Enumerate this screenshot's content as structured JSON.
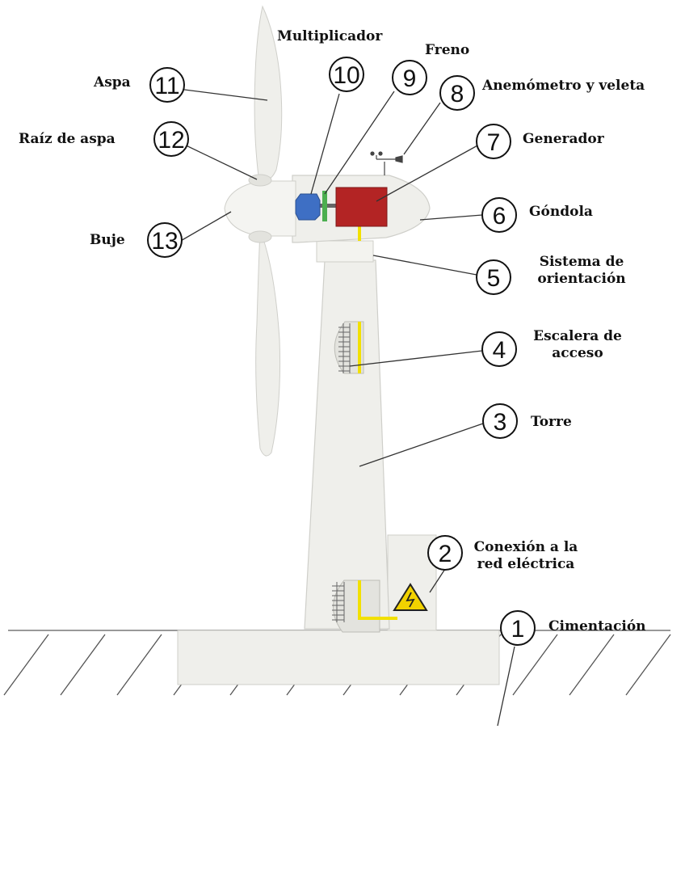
{
  "labels": {
    "aspa": "Aspa",
    "raiz": "Raíz de aspa",
    "buje": "Buje",
    "multiplicador": "Multiplicador",
    "freno": "Freno",
    "anemometro": "Anemómetro y veleta",
    "generador": "Generador",
    "gondola": "Góndola",
    "orientacion_1": "Sistema de",
    "orientacion_2": "orientación",
    "escalera_1": "Escalera de",
    "escalera_2": "acceso",
    "torre": "Torre",
    "conexion_1": "Conexión a la",
    "conexion_2": "red eléctrica",
    "cimentacion": "Cimentación"
  },
  "numbers": [
    "1",
    "2",
    "3",
    "4",
    "5",
    "6",
    "7",
    "8",
    "9",
    "10",
    "11",
    "12",
    "13"
  ],
  "colors": {
    "body": "#efefeb",
    "outline": "#cfcfca",
    "generator": "#b32424",
    "gearbox": "#3e6fc4",
    "brake": "#4caf50",
    "cable": "#f2e000",
    "warning": "#f2d200",
    "line": "#333333"
  }
}
